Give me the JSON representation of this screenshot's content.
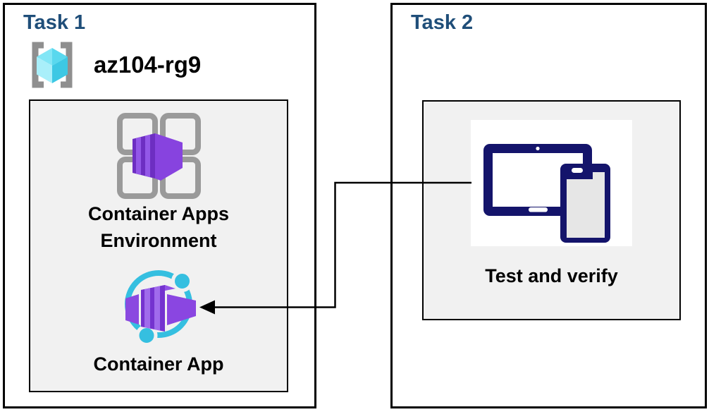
{
  "task1": {
    "title": "Task 1",
    "resource_group": {
      "name": "az104-rg9",
      "icon": "resource-group-icon"
    },
    "environment": {
      "label_line1": "Container Apps",
      "label_line2": "Environment",
      "icon": "container-apps-environment-icon"
    },
    "container_app": {
      "label": "Container App",
      "icon": "container-app-icon"
    }
  },
  "task2": {
    "title": "Task 2",
    "test_verify": {
      "label": "Test and verify",
      "icon": "tablet-phone-devices-icon"
    }
  },
  "connector": {
    "type": "elbow-arrow",
    "from": "task2-test-and-verify",
    "to": "task1-container-app"
  },
  "colors": {
    "heading_blue": "#1F4E79",
    "panel_gray": "#F1F1F1",
    "border_black": "#000000",
    "azure_purple_dark": "#6D2EC2",
    "azure_purple": "#8743DF",
    "azure_purple_stripe": "#9357E8",
    "azure_cyan": "#35BFE0",
    "rg_cube_cyan": "#59D8EE",
    "device_navy": "#14146B",
    "bracket_gray": "#8F8F8F",
    "grid_gray": "#9A9A9A"
  }
}
